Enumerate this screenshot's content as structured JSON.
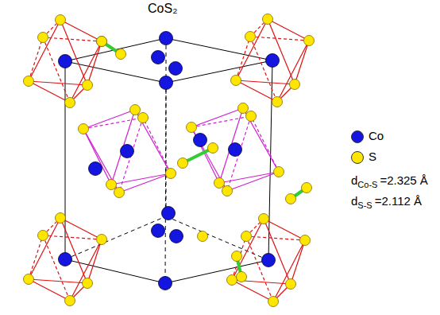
{
  "diagram": {
    "title": "CoS₂",
    "labels": [
      "d",
      "Co-S",
      "=2.325 Å",
      "d",
      "S-S",
      "=2.112 Å"
    ],
    "legend": [
      {
        "text": "Co",
        "color": "#1515e0"
      },
      {
        "text": "S",
        "color": "#ffe600"
      }
    ]
  }
}
